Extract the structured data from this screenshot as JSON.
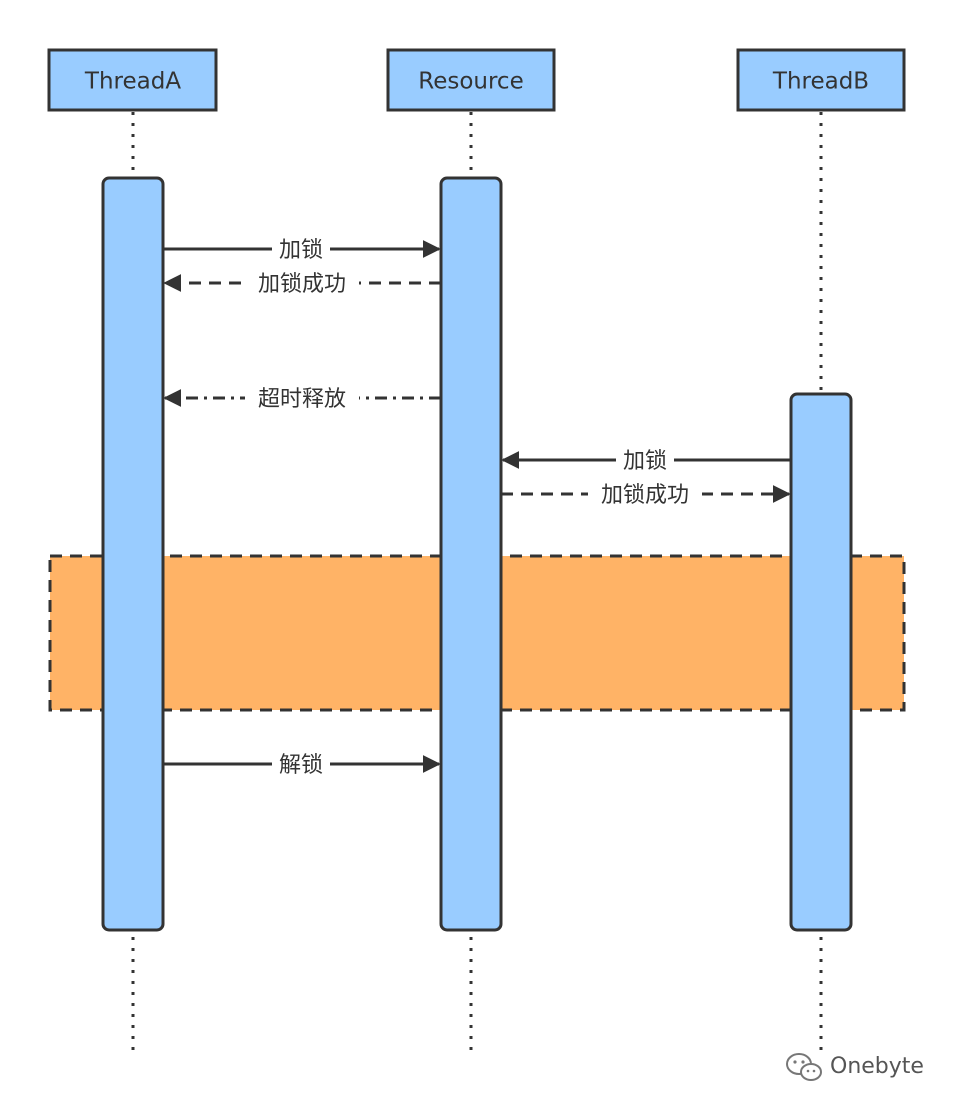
{
  "participants": [
    {
      "id": "threadA",
      "label": "ThreadA"
    },
    {
      "id": "resource",
      "label": "Resource"
    },
    {
      "id": "threadB",
      "label": "ThreadB"
    }
  ],
  "messages": [
    {
      "id": "m1",
      "label": "加锁",
      "from": "threadA",
      "to": "resource",
      "style": "solid"
    },
    {
      "id": "m2",
      "label": "加锁成功",
      "from": "resource",
      "to": "threadA",
      "style": "dashed"
    },
    {
      "id": "m3",
      "label": "超时释放",
      "from": "resource",
      "to": "threadA",
      "style": "dashdot"
    },
    {
      "id": "m4",
      "label": "加锁",
      "from": "threadB",
      "to": "resource",
      "style": "solid"
    },
    {
      "id": "m5",
      "label": "加锁成功",
      "from": "resource",
      "to": "threadB",
      "style": "dashed"
    },
    {
      "id": "m6",
      "label": "解锁",
      "from": "threadA",
      "to": "resource",
      "style": "solid"
    }
  ],
  "watermark": {
    "text": "Onebyte",
    "icon": "wechat-icon"
  },
  "colors": {
    "participant_fill": "#99ccff",
    "stroke": "#333333",
    "region_fill": "#ffb366",
    "background": "#ffffff"
  }
}
